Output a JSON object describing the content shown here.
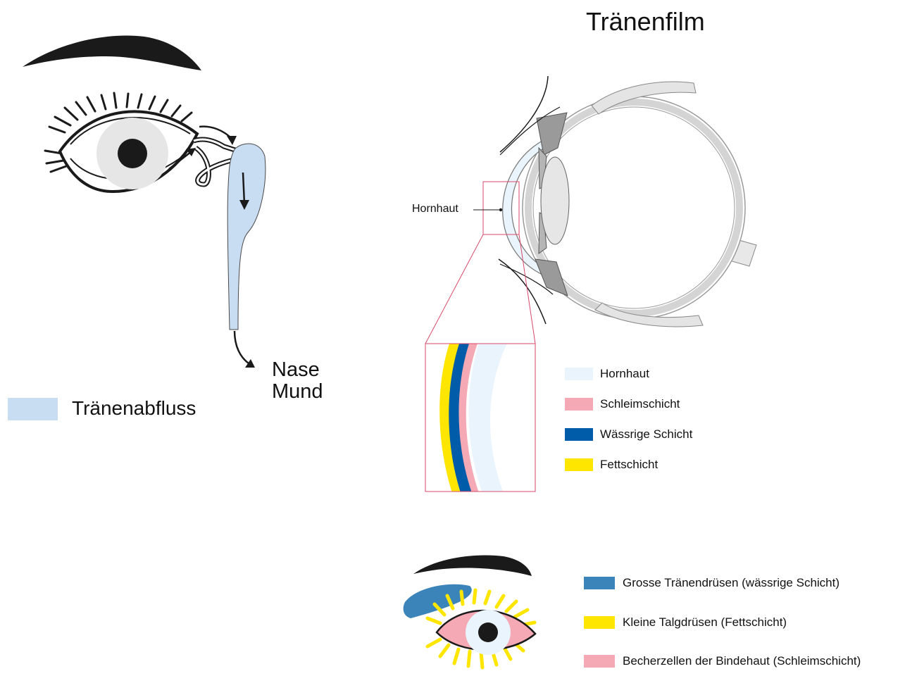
{
  "title": "Tränenfilm",
  "drainage": {
    "destination_line1": "Nase",
    "destination_line2": "Mund",
    "legend_label": "Tränenabfluss",
    "legend_color": "#c8dcf2"
  },
  "cross_section": {
    "cornea_label": "Hornhaut"
  },
  "layer_legend": [
    {
      "label": "Hornhaut",
      "color": "#eaf4fc"
    },
    {
      "label": "Schleimschicht",
      "color": "#f4a9b4"
    },
    {
      "label": "Wässrige Schicht",
      "color": "#005ca8"
    },
    {
      "label": "Fettschicht",
      "color": "#ffe600"
    }
  ],
  "gland_legend": [
    {
      "label": "Grosse Tränendrüsen (wässrige Schicht)",
      "color": "#3a84ba"
    },
    {
      "label": "Kleine Talgdrüsen (Fettschicht)",
      "color": "#ffe600"
    },
    {
      "label": "Becherzellen der Bindehaut (Schleimschicht)",
      "color": "#f4a9b4"
    }
  ]
}
